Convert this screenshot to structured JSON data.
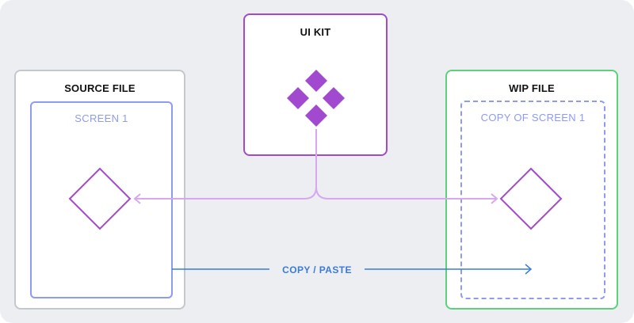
{
  "source_file": {
    "title": "SOURCE FILE",
    "screen_label": "SCREEN 1"
  },
  "ui_kit": {
    "title": "UI KIT",
    "icon": "component-icon"
  },
  "wip_file": {
    "title": "WIP FILE",
    "screen_label": "COPY OF SCREEN 1"
  },
  "connector": {
    "label": "COPY / PASTE"
  },
  "colors": {
    "background": "#eceef2",
    "source_border": "#c4c7cc",
    "ui_kit_border": "#a14ad0",
    "wip_border": "#5bd27a",
    "screen_border": "#8e9cf0",
    "instance_connector": "#d7a8ef",
    "copy_paste_arrow": "#3b7bd8",
    "component_fill": "#a14ad0"
  }
}
